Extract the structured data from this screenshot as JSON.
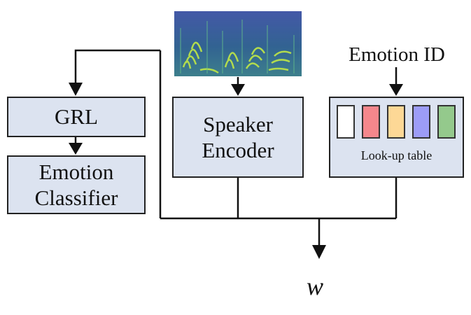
{
  "diagram": {
    "grl_label": "GRL",
    "emotion_classifier_label_line1": "Emotion",
    "emotion_classifier_label_line2": "Classifier",
    "speaker_encoder_label_line1": "Speaker",
    "speaker_encoder_label_line2": "Encoder",
    "lookup_table_label": "Look-up table",
    "emotion_id_label": "Emotion ID",
    "output_label": "w"
  },
  "colors": {
    "box_fill": "#dce3f0",
    "swatches": [
      "#ffffff",
      "#f4878c",
      "#fdd896",
      "#9c9cf7",
      "#94c98c"
    ],
    "spectrogram_bg": "#3b4f9a",
    "spectrogram_highlight": "#c5e84a"
  }
}
